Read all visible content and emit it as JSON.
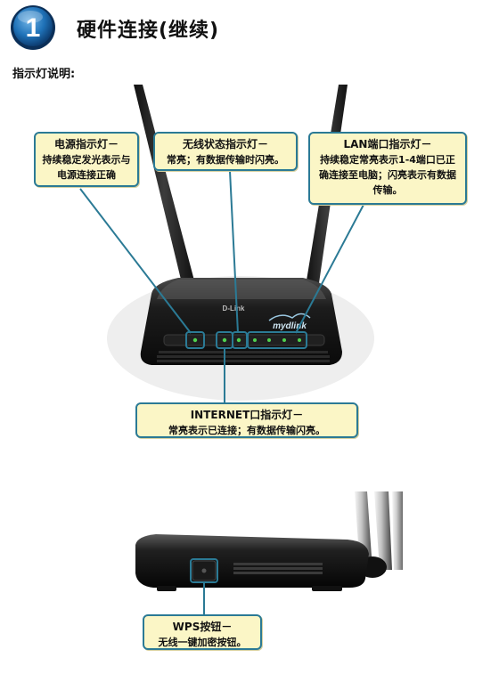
{
  "header": {
    "step_number": "1",
    "title": "硬件连接(继续)"
  },
  "section": {
    "subtitle": "指示灯说明:"
  },
  "callouts": {
    "power": {
      "title": "电源指示灯－",
      "body": "持续稳定发光表示与电源连接正确"
    },
    "wireless": {
      "title": "无线状态指示灯－",
      "body": "常亮；有数据传输时闪亮。"
    },
    "lan": {
      "title": "LAN端口指示灯－",
      "body": "持续稳定常亮表示1-4端口已正确连接至电脑；闪亮表示有数据传输。"
    },
    "internet": {
      "title": "INTERNET口指示灯－",
      "body": "常亮表示已连接；有数据传输闪亮。"
    },
    "wps": {
      "title": "WPS按钮－",
      "body": "无线一键加密按钮。"
    }
  },
  "device": {
    "brand_label": "D-Link",
    "logo_label": "mydlink"
  },
  "colors": {
    "accent": "#2b7a95",
    "callout_fill": "#fbf6c6",
    "led_green": "#4fd24f",
    "badge_blue": "#1f72b8"
  }
}
